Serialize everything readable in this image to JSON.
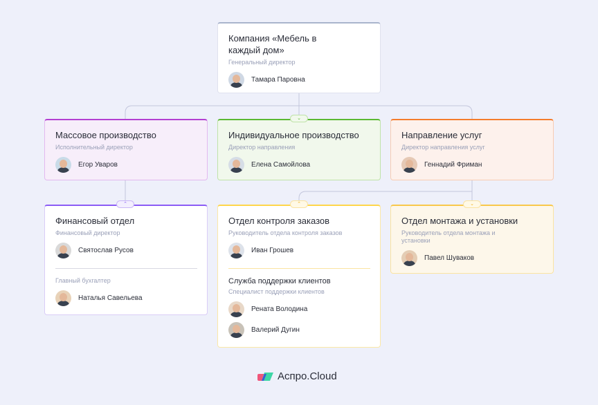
{
  "root": {
    "title": "Компания «Мебель в каждый дом»",
    "role": "Генеральный директор",
    "person": "Тамара Паровна"
  },
  "row2": [
    {
      "title": "Массовое производство",
      "role": "Исполнительный директор",
      "person": "Егор Уваров",
      "color": "#b33fd1"
    },
    {
      "title": "Индивидуальное производство",
      "role": "Директор направления",
      "person": "Елена Самойлова",
      "color": "#5bb832"
    },
    {
      "title": "Направление услуг",
      "role": "Директор направления услуг",
      "person": "Геннадий Фриман",
      "color": "#f47c2c"
    }
  ],
  "finance": {
    "title": "Финансовый отдел",
    "role": "Финансовый директор",
    "person": "Святослав Русов",
    "role2": "Главный бухгалтер",
    "person2": "Наталья Савельева"
  },
  "orders": {
    "title": "Отдел контроля заказов",
    "role": "Руководитель отдела контроля заказов",
    "person": "Иван Грошев",
    "sub_title": "Служба поддержки клиентов",
    "sub_role": "Специалист поддержки клиентов",
    "sub_people": [
      "Рената Володина",
      "Валерий Дугин"
    ]
  },
  "install": {
    "title": "Отдел монтажа и установки",
    "role": "Руководитель отдела монтажа и установки",
    "person": "Павел Шуваков"
  },
  "logo": "Аспро.Cloud"
}
